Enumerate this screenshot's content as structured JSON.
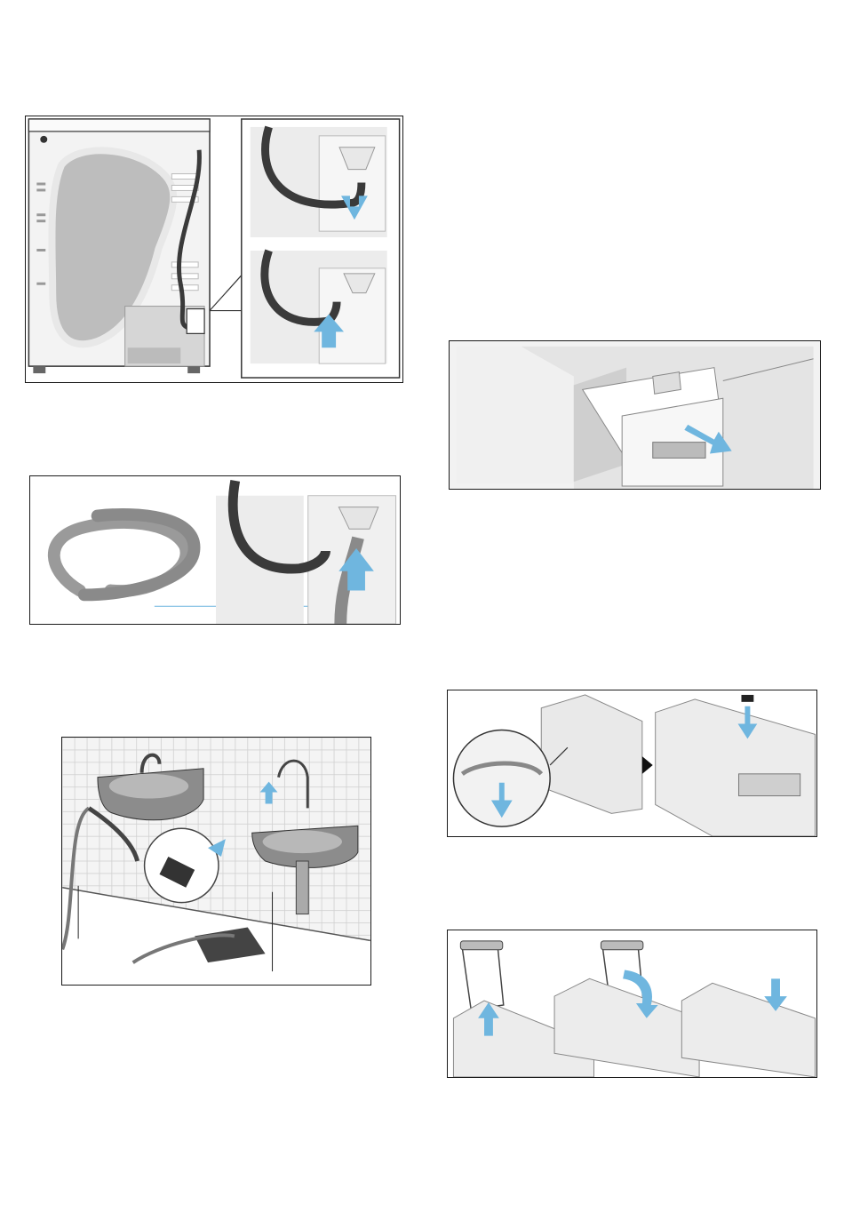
{
  "page": {
    "background": "#ffffff"
  },
  "colors": {
    "arrow_blue": "#6fb6df",
    "hose_dark": "#3a3a3a",
    "appliance_grey": "#e6e6e6",
    "line_grey": "#8a8a8a"
  },
  "figures": [
    {
      "id": "dryer-rear-drain",
      "icons": [
        "dryer-back-icon",
        "drain-hose-icon",
        "arrow-down-icon",
        "arrow-up-icon"
      ]
    },
    {
      "id": "hose-to-drain",
      "icons": [
        "coiled-hose-icon",
        "drain-hose-icon",
        "arrow-up-icon"
      ]
    },
    {
      "id": "sink-drain-connection",
      "icons": [
        "washbasin-icon",
        "faucet-icon",
        "hose-clamp-icon",
        "floor-drain-icon",
        "arrow-up-icon"
      ]
    },
    {
      "id": "drawer-pull-out",
      "icons": [
        "detergent-drawer-icon",
        "arrow-diagonal-icon"
      ]
    },
    {
      "id": "drawer-insert-plug",
      "icons": [
        "detergent-drawer-icon",
        "magnifier-icon",
        "arrow-down-icon",
        "play-triangle-icon"
      ]
    },
    {
      "id": "drawer-insert-flap",
      "icons": [
        "detergent-drawer-icon",
        "insert-flap-icon",
        "arrow-up-icon",
        "arrow-curved-icon",
        "arrow-down-icon"
      ]
    }
  ]
}
